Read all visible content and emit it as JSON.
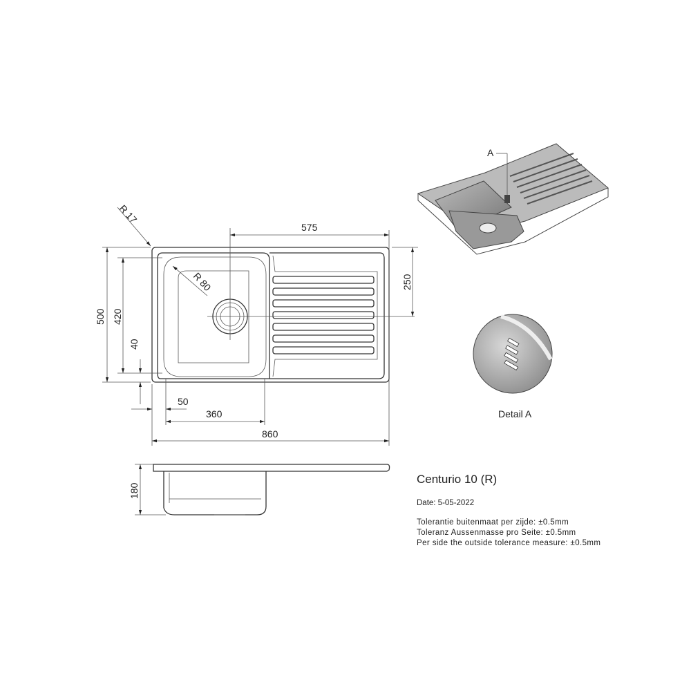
{
  "drawing": {
    "dimensions": {
      "corner_radius": "R 17",
      "bowl_radius": "R 80",
      "drain_offset": "575",
      "drain_height": "250",
      "overall_depth": "500",
      "bowl_depth": "420",
      "front_margin": "40",
      "left_margin": "50",
      "bowl_width": "360",
      "overall_width": "860",
      "bowl_height": "180"
    },
    "detail_marker": "A",
    "detail_caption": "Detail A"
  },
  "info": {
    "title": "Centurio 10 (R)",
    "date": "Date: 5-05-2022",
    "tolerances": [
      "Tolerantie buitenmaat per zijde: ±0.5mm",
      "Toleranz Aussenmasse pro Seite: ±0.5mm",
      "Per side the outside tolerance measure: ±0.5mm"
    ]
  }
}
